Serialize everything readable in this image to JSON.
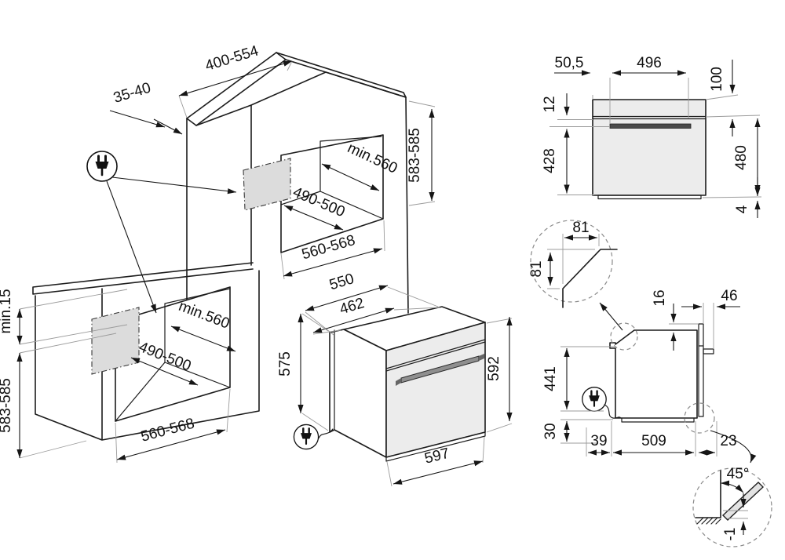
{
  "title": "Built-in oven installation drawing",
  "colors": {
    "line": "#1c1c1c",
    "panel_fill": "#ececec",
    "shade_zone": "#dcdcdc"
  },
  "icons": {
    "power_plug": "power-plug-icon"
  },
  "column_installation": {
    "top_cut_width": "400-554",
    "top_rear_gap": "35-40",
    "niche_depth": "min.560",
    "inner_clearance_width": "490-500",
    "niche_width": "560-568",
    "niche_height": "583-585"
  },
  "undercounter_installation": {
    "worktop_clearance": "min.15",
    "niche_height": "583-585",
    "niche_depth": "min.560",
    "inner_clearance_width": "490-500",
    "niche_width": "560-568"
  },
  "oven_overall": {
    "depth_with_door": "550",
    "body_depth": "462",
    "body_height": "575",
    "front_height": "592",
    "front_width": "597"
  },
  "front_view": {
    "handle_side_offset": "50,5",
    "handle_width": "496",
    "top_to_handle": "100",
    "control_panel_gap": "12",
    "handle_to_base": "428",
    "door_height": "480",
    "base_strip": "4"
  },
  "corner_detail": {
    "chamfer_width": "81",
    "chamfer_height": "81"
  },
  "side_view": {
    "top_recess": "16",
    "handle_protrusion": "46",
    "rear_height": "441",
    "bottom_clearance": "30",
    "front_clearance": "39",
    "chassis_depth": "509",
    "door_thickness": "23"
  },
  "door_detail": {
    "opening_angle": "45°",
    "floor_offset": "-1"
  }
}
